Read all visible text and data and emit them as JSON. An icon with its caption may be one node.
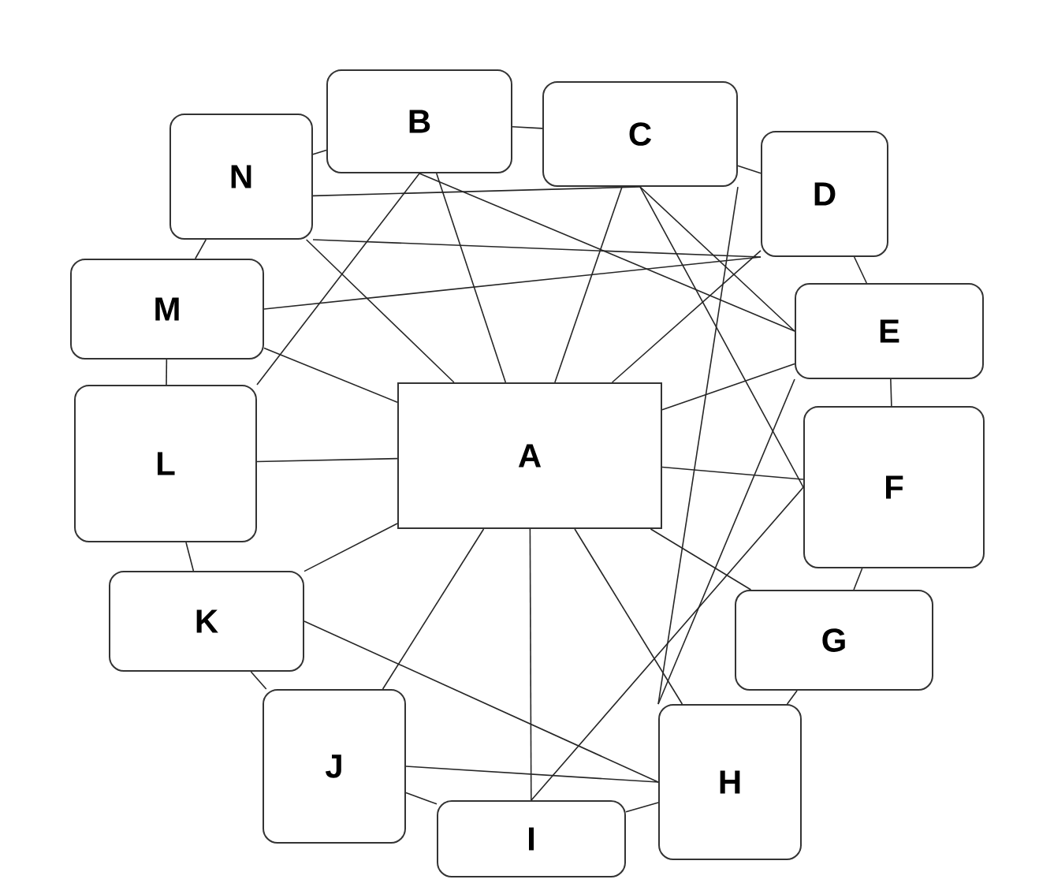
{
  "diagram": {
    "nodes": [
      {
        "text": [
          "A"
        ]
      },
      {
        "text": [
          "B"
        ]
      },
      {
        "text": [
          "C"
        ]
      },
      {
        "text": [
          "D"
        ]
      },
      {
        "text": [
          "E"
        ]
      },
      {
        "text": [
          "F"
        ]
      },
      {
        "text": [
          "G"
        ]
      },
      {
        "text": [
          "H"
        ]
      },
      {
        "text": [
          "I"
        ]
      },
      {
        "text": [
          "J"
        ]
      },
      {
        "text": [
          "K"
        ]
      },
      {
        "text": [
          "L"
        ]
      },
      {
        "text": [
          "M"
        ]
      },
      {
        "text": [
          "N"
        ]
      }
    ],
    "edges": [
      {
        "from": 13,
        "to": 1,
        "arrow": "none"
      },
      {
        "from": 1,
        "to": 2,
        "arrow": "none"
      },
      {
        "from": 2,
        "to": 3,
        "arrow": "none"
      },
      {
        "from": 3,
        "to": 4,
        "arrow": "none"
      },
      {
        "from": 4,
        "to": 5,
        "arrow": "none"
      },
      {
        "from": 5,
        "to": 6,
        "arrow": "none"
      },
      {
        "from": 6,
        "to": 7,
        "arrow": "none"
      },
      {
        "from": 7,
        "to": 8,
        "arrow": "none"
      },
      {
        "from": 8,
        "to": 9,
        "arrow": "none"
      },
      {
        "from": 9,
        "to": 10,
        "arrow": "none"
      },
      {
        "from": 10,
        "to": 11,
        "arrow": "none"
      },
      {
        "from": 11,
        "to": 12,
        "arrow": "none"
      },
      {
        "from": 12,
        "to": 13,
        "arrow": "none"
      },
      {
        "from": 0,
        "to": 1,
        "arrow": "none"
      },
      {
        "from": 0,
        "to": 2,
        "arrow": "none"
      },
      {
        "from": 0,
        "to": 3,
        "arrow": "none"
      },
      {
        "from": 0,
        "to": 4,
        "arrow": "none"
      },
      {
        "from": 0,
        "to": 5,
        "arrow": "none"
      },
      {
        "from": 0,
        "to": 6,
        "arrow": "none"
      },
      {
        "from": 0,
        "to": 7,
        "arrow": "none"
      },
      {
        "from": 0,
        "to": 8,
        "arrow": "none"
      },
      {
        "from": 0,
        "to": 9,
        "arrow": "none"
      },
      {
        "from": 0,
        "to": 10,
        "arrow": "none"
      },
      {
        "from": 0,
        "to": 11,
        "arrow": "none"
      },
      {
        "from": 0,
        "to": 12,
        "arrow": "none"
      },
      {
        "from": 0,
        "to": 13,
        "arrow": "none"
      },
      {
        "from": 13,
        "to": 2,
        "arrow": "none"
      },
      {
        "from": 13,
        "to": 3,
        "arrow": "none"
      },
      {
        "from": 1,
        "to": 4,
        "arrow": "none"
      },
      {
        "from": 2,
        "to": 4,
        "arrow": "none"
      },
      {
        "from": 2,
        "to": 5,
        "arrow": "none"
      },
      {
        "from": 2,
        "to": 7,
        "arrow": "none"
      },
      {
        "from": 1,
        "to": 11,
        "arrow": "none"
      },
      {
        "from": 12,
        "to": 3,
        "arrow": "none"
      },
      {
        "from": 10,
        "to": 7,
        "arrow": "none"
      },
      {
        "from": 9,
        "to": 7,
        "arrow": "none"
      },
      {
        "from": 7,
        "to": 4,
        "arrow": "none"
      },
      {
        "from": 8,
        "to": 5,
        "arrow": "none"
      }
    ]
  }
}
